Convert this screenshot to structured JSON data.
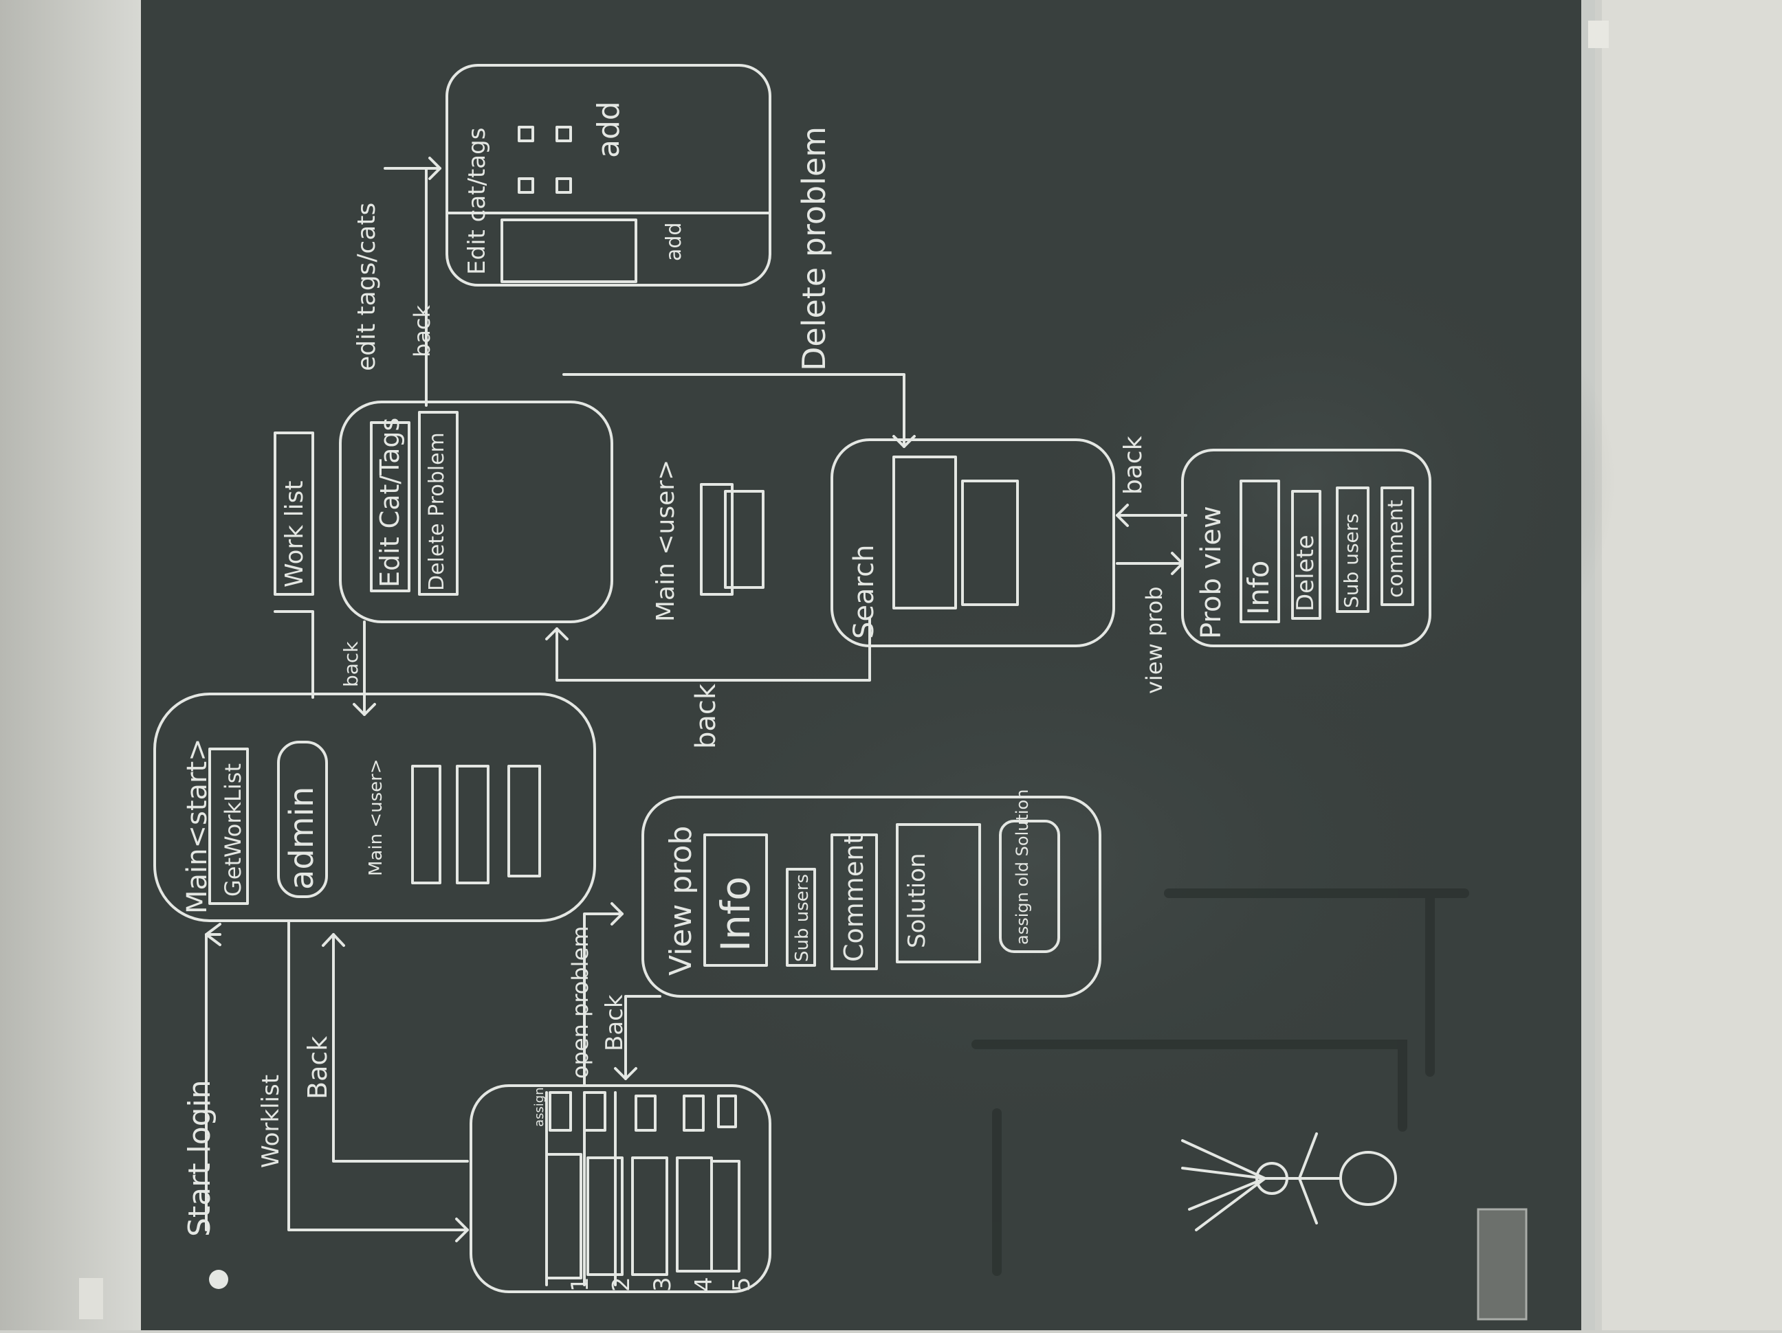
{
  "description_free": true,
  "colors": {
    "wall": "#cfd0cb",
    "wall_shadow": "#b9bab4",
    "board": "#39403e",
    "board_dark": "#2c3230",
    "frame": "#c9ccc8",
    "chalk": "#e4e7e3"
  },
  "labels": {
    "start_login": "Start login",
    "worklist": "Worklist",
    "back_left": "Back",
    "main_start": "Main<start>",
    "get_work_list": "GetWorkList",
    "admin": "admin",
    "main_user_small": "Main <user>",
    "open_problem": "open problem",
    "back_vertical": "Back",
    "back_admin": "back",
    "work_list": "Work list",
    "edit_cat_tags": "Edit Cat/Tags",
    "delete_problem_btn": "Delete Problem",
    "main_user": "Main <user>",
    "edit_tags_cats": "edit tags/cats",
    "back_edit": "back",
    "edit_cat_tags_title": "Edit cat/tags",
    "add_left": "add",
    "add_right": "add",
    "delete_problem": "Delete problem",
    "back_search": "back",
    "search": "Search",
    "back_probview": "back",
    "view_prob_arrow": "view prob",
    "prob_view": "Prob view",
    "info": "Info",
    "delete": "Delete",
    "sub_users": "Sub users",
    "comment": "comment",
    "view_prob": "View prob",
    "info_big": "Info",
    "sub_users_small": "Sub users",
    "comment_big": "Comment",
    "solution": "Solution",
    "assign_old_solution": "assign old Solution",
    "list_numbers": [
      "1",
      "2",
      "3",
      "4",
      "5"
    ],
    "assign_small": "assign"
  }
}
